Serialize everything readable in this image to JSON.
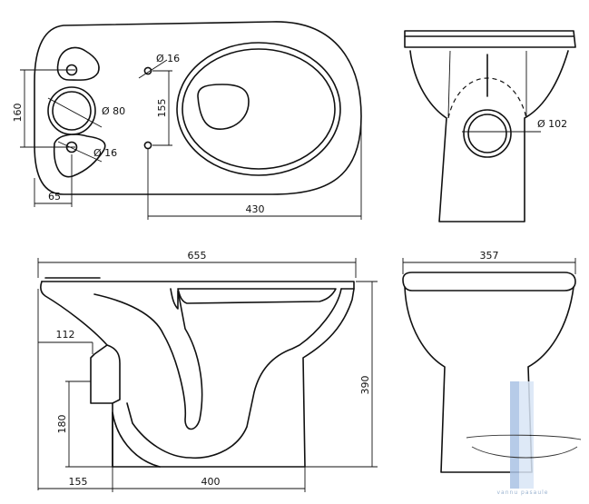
{
  "dimensions": {
    "top_height": "160",
    "top_offset": "65",
    "top_length": "430",
    "hole_spacing": "155",
    "hole_small_top": "Ø 16",
    "hole_small_bottom": "Ø 16",
    "hole_large": "Ø 80",
    "outlet": "Ø 102",
    "side_length": "655",
    "side_outlet_depth": "112",
    "side_outlet_height": "180",
    "side_base_offset": "155",
    "side_base_length": "400",
    "side_height": "390",
    "front_width": "357"
  },
  "watermark": {
    "text": "vannu pasaule",
    "colors": {
      "accent": "#aac2e4",
      "ink": "#111111"
    }
  }
}
